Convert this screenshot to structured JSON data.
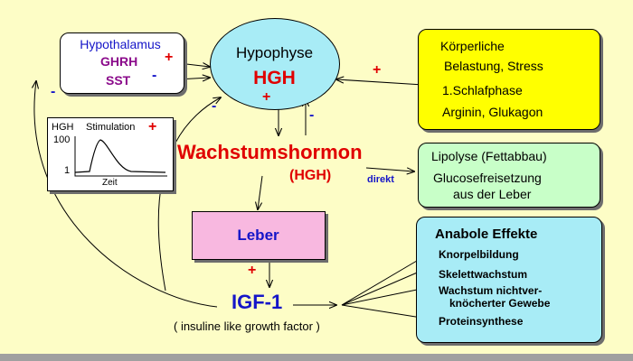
{
  "hypothalamus": {
    "title": "Hypothalamus",
    "ghrh": "GHRH",
    "sst": "SST"
  },
  "hypophyse": {
    "title": "Hypophyse",
    "hormone": "HGH"
  },
  "stimuli": {
    "line1": "Körperliche",
    "line2": "Belastung, Stress",
    "line3": "1.Schlafphase",
    "line4": "Arginin, Glukagon"
  },
  "center": {
    "title": "Wachstumshormon",
    "abbr": "(HGH)",
    "direct": "direkt"
  },
  "metabolic": {
    "line1": "Lipolyse (Fettabbau)",
    "line2": "Glucosefreisetzung",
    "line3": "aus der Leber"
  },
  "leber": {
    "label": "Leber"
  },
  "igf": {
    "label": "IGF-1",
    "full": "( insuline like growth factor )"
  },
  "anabolic": {
    "title": "Anabole Effekte",
    "items": [
      "Knorpelbildung",
      "Skelettwachstum",
      "Wachstum nichtver-",
      "knöcherter Gewebe",
      "Proteinsynthese"
    ]
  },
  "stim_chart": {
    "ylabel": "HGH",
    "ymax": "100",
    "ymin": "1",
    "title": "Stimulation",
    "xlabel": "Zeit"
  },
  "signs": {
    "plus": "+",
    "minus": "-"
  },
  "colors": {
    "background": "#fdfdc6",
    "red": "#e00000",
    "blue": "#1515c8",
    "purple": "#8b0a8b",
    "cyan": "#a8ecf6",
    "yellow": "#ffff00",
    "lightgreen": "#c8ffc8",
    "pink": "#f8b8e0"
  }
}
